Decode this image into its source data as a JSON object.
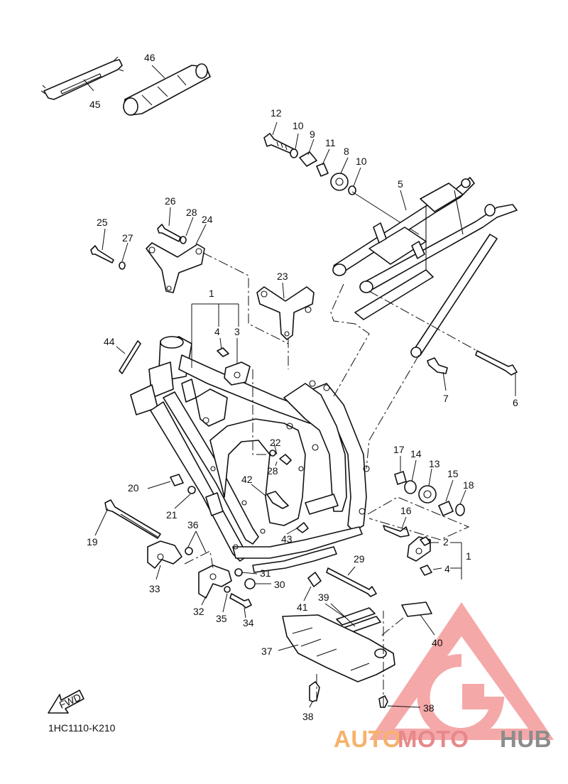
{
  "diagram_code": "1HC1110-K210",
  "fwd_label": "FWD",
  "watermark": {
    "part1": "AUTO",
    "part2": "MOTO",
    "part3": "HUB",
    "logo_color": "#f08a8a"
  },
  "callouts": [
    "1",
    "2",
    "3",
    "4",
    "5",
    "6",
    "7",
    "8",
    "9",
    "10",
    "11",
    "12",
    "13",
    "14",
    "15",
    "16",
    "17",
    "18",
    "19",
    "20",
    "21",
    "22",
    "23",
    "24",
    "25",
    "26",
    "27",
    "28",
    "29",
    "30",
    "31",
    "32",
    "33",
    "34",
    "35",
    "36",
    "37",
    "38",
    "39",
    "40",
    "41",
    "42",
    "43",
    "44",
    "45",
    "46"
  ],
  "callout_labels": [
    {
      "n": "46"
    },
    {
      "n": "45"
    },
    {
      "n": "12"
    },
    {
      "n": "10"
    },
    {
      "n": "9"
    },
    {
      "n": "11"
    },
    {
      "n": "8"
    },
    {
      "n": "10"
    },
    {
      "n": "5"
    },
    {
      "n": "26"
    },
    {
      "n": "28"
    },
    {
      "n": "24"
    },
    {
      "n": "25"
    },
    {
      "n": "27"
    },
    {
      "n": "23"
    },
    {
      "n": "1"
    },
    {
      "n": "4"
    },
    {
      "n": "3"
    },
    {
      "n": "44"
    },
    {
      "n": "7"
    },
    {
      "n": "6"
    },
    {
      "n": "22"
    },
    {
      "n": "28"
    },
    {
      "n": "42"
    },
    {
      "n": "17"
    },
    {
      "n": "14"
    },
    {
      "n": "13"
    },
    {
      "n": "15"
    },
    {
      "n": "18"
    },
    {
      "n": "16"
    },
    {
      "n": "20"
    },
    {
      "n": "21"
    },
    {
      "n": "19"
    },
    {
      "n": "36"
    },
    {
      "n": "43"
    },
    {
      "n": "2"
    },
    {
      "n": "1"
    },
    {
      "n": "4"
    },
    {
      "n": "29"
    },
    {
      "n": "31"
    },
    {
      "n": "30"
    },
    {
      "n": "33"
    },
    {
      "n": "32"
    },
    {
      "n": "35"
    },
    {
      "n": "34"
    },
    {
      "n": "39"
    },
    {
      "n": "41"
    },
    {
      "n": "40"
    },
    {
      "n": "37"
    },
    {
      "n": "38"
    },
    {
      "n": "38"
    }
  ]
}
